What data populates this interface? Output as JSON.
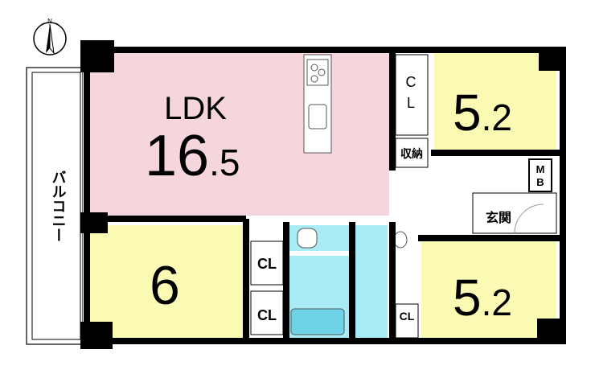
{
  "compass": {
    "north_label": "N"
  },
  "rooms": {
    "ldk": {
      "name": "LDK",
      "size_main": "16",
      "size_dec": ".5"
    },
    "bedroom_ne": {
      "size_main": "5",
      "size_dec": ".2"
    },
    "bedroom_se": {
      "size_main": "5",
      "size_dec": ".2"
    },
    "bedroom_w": {
      "size": "6"
    },
    "closet_ne": "CL",
    "closet_w1": "CL",
    "closet_w2": "CL",
    "closet_se": "CL",
    "storage": "収納",
    "meter_box": "MB",
    "entrance": "玄関",
    "balcony": "バルコニー"
  },
  "colors": {
    "ldk": "#f5d6dc",
    "bedroom": "#fafab4",
    "wet_area": "#a9ecf5",
    "wall": "#000000",
    "floor": "#ffffff"
  }
}
